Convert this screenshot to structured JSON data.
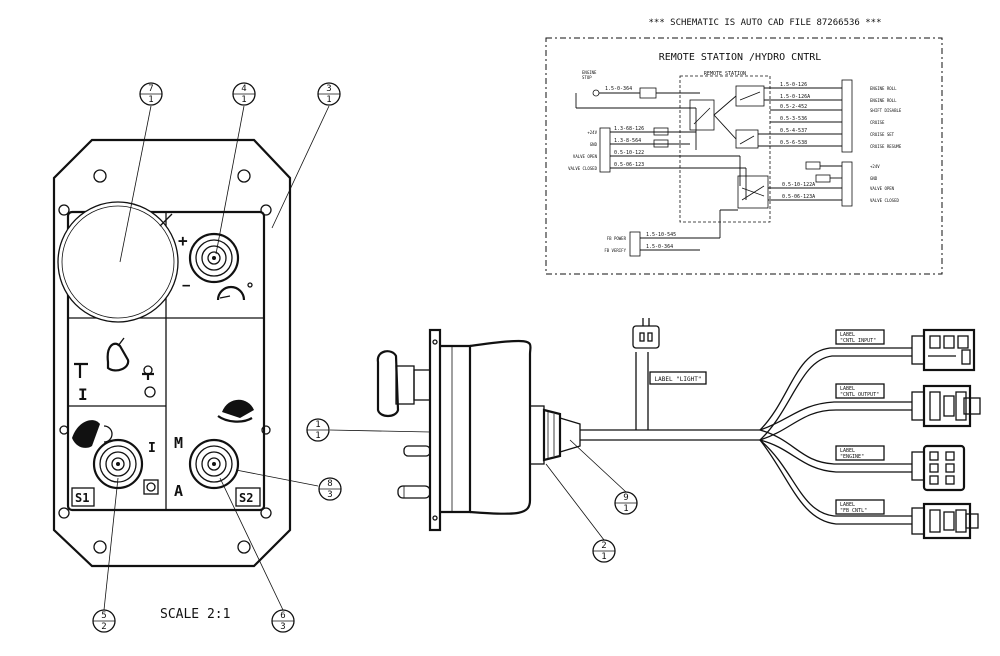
{
  "header": {
    "schematic_note": "*** SCHEMATIC IS AUTO CAD FILE 87266536 ***"
  },
  "schematic": {
    "title": "REMOTE STATION /HYDRO CNTRL",
    "station_label": "REMOTE STATION",
    "left_wires": [
      "1.5-0-364",
      "1.3-68-126",
      "1.3-8-564",
      "0.5-10-122",
      "0.5-06-123"
    ],
    "left_labels": [
      "+24V",
      "GND",
      "VALVE OPEN",
      "VALVE CLOSED"
    ],
    "bottom_wires": [
      "1.5-10-545",
      "1.5-0-364"
    ],
    "bottom_labels": [
      "FB POWER",
      "FB VERIFY"
    ],
    "right_wires": [
      "1.5-0-126",
      "1.5-0-126A",
      "0.5-2-452",
      "0.5-3-536",
      "0.5-4-537",
      "0.5-6-538",
      "0.5-10-122A",
      "0.5-06-123A"
    ],
    "right_labels": [
      "ENGINE ROLL",
      "ENGINE ROLL",
      "SHIFT DISABLE",
      "CRUISE",
      "CRUISE SET",
      "CRUISE RESUME",
      "+24V",
      "GND",
      "VALVE OPEN",
      "VALVE CLOSED"
    ]
  },
  "panel": {
    "labels": {
      "plus": "+",
      "minus": "−",
      "i_top": "I",
      "i_bottom": "I",
      "m": "M",
      "a": "A",
      "s1": "S1",
      "s2": "S2"
    }
  },
  "callouts": [
    {
      "top": "7",
      "bottom": "1"
    },
    {
      "top": "4",
      "bottom": "1"
    },
    {
      "top": "3",
      "bottom": "1"
    },
    {
      "top": "1",
      "bottom": "1"
    },
    {
      "top": "8",
      "bottom": "3"
    },
    {
      "top": "9",
      "bottom": "1"
    },
    {
      "top": "2",
      "bottom": "1"
    },
    {
      "top": "5",
      "bottom": "2"
    },
    {
      "top": "6",
      "bottom": "3"
    }
  ],
  "harness": {
    "light_label": "LABEL \"LIGHT\"",
    "connector_labels": [
      {
        "line1": "LABEL",
        "line2": "\"CNTL INPUT\""
      },
      {
        "line1": "LABEL",
        "line2": "\"CNTL OUTPUT\""
      },
      {
        "line1": "LABEL",
        "line2": "\"ENGINE\""
      },
      {
        "line1": "LABEL",
        "line2": "\"FB CNTL\""
      }
    ]
  },
  "scale": {
    "label": "SCALE  2:1"
  }
}
